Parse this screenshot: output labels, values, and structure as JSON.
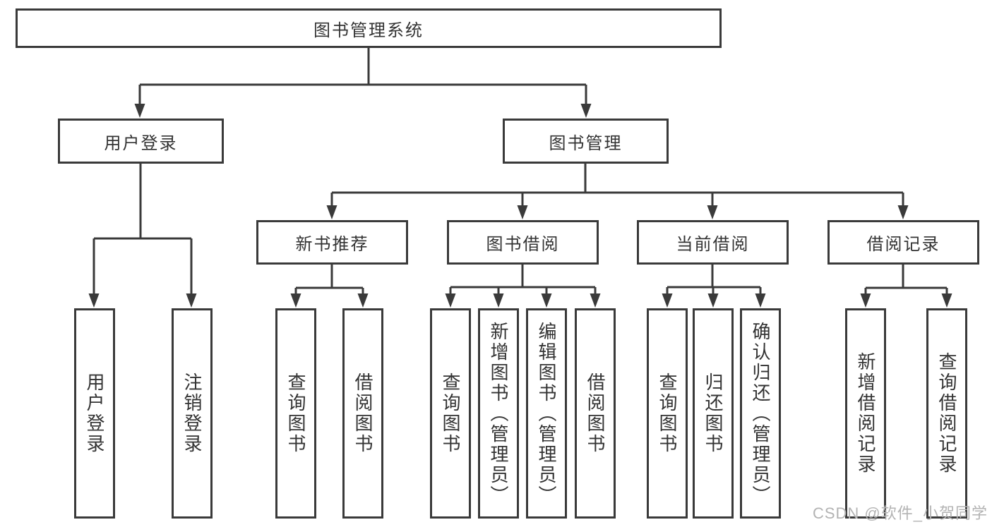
{
  "diagram": {
    "root_label": "图书管理系统",
    "level1": [
      {
        "label": "用户登录",
        "children": [
          {
            "label": "用户登录"
          },
          {
            "label": "注销登录"
          }
        ]
      },
      {
        "label": "图书管理"
      }
    ],
    "level2": [
      {
        "label": "新书推荐",
        "children": [
          {
            "label": "查询图书"
          },
          {
            "label": "借阅图书"
          }
        ]
      },
      {
        "label": "图书借阅",
        "children": [
          {
            "label": "查询图书"
          },
          {
            "label": "新增图书（管理员）"
          },
          {
            "label": "编辑图书（管理员）"
          },
          {
            "label": "借阅图书"
          }
        ]
      },
      {
        "label": "当前借阅",
        "children": [
          {
            "label": "查询图书"
          },
          {
            "label": "归还图书"
          },
          {
            "label": "确认归还（管理员）"
          }
        ]
      },
      {
        "label": "借阅记录",
        "children": [
          {
            "label": "新增借阅记录"
          },
          {
            "label": "查询借阅记录"
          }
        ]
      }
    ]
  },
  "watermark": "CSDN @软件_小贺同学",
  "colors": {
    "line": "#3a3a3a",
    "text": "#333333",
    "watermark": "#b3b3b3",
    "background": "#ffffff"
  }
}
